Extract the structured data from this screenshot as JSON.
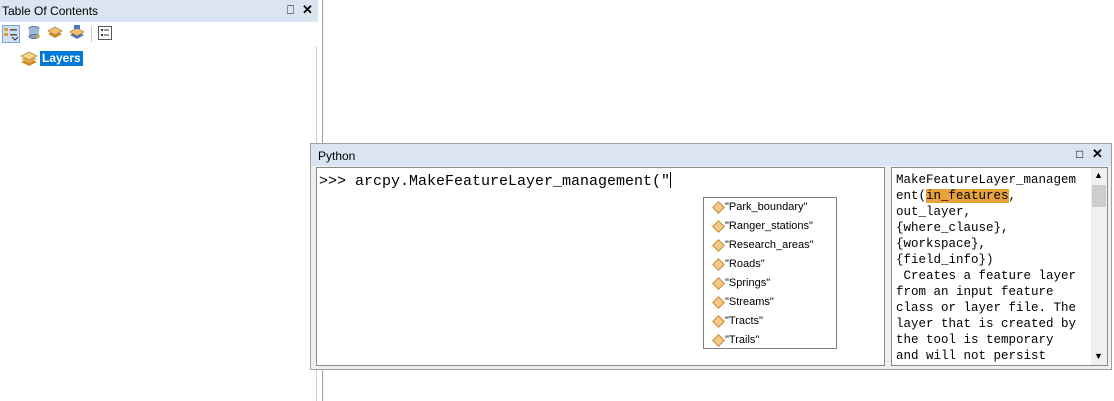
{
  "toc": {
    "title": "Table Of Contents",
    "pin_glyph": "⎕",
    "close_glyph": "✕",
    "root_layer": "Layers"
  },
  "python_window": {
    "title": "Python",
    "max_glyph": "□",
    "close_glyph": "✕",
    "prompt_text": ">>> arcpy.MakeFeatureLayer_management(\"",
    "autocomplete": [
      "\"Park_boundary\"",
      "\"Ranger_stations\"",
      "\"Research_areas\"",
      "\"Roads\"",
      "\"Springs\"",
      "\"Streams\"",
      "\"Tracts\"",
      "\"Trails\""
    ],
    "help": {
      "line1": "MakeFeatureLayer_managem",
      "line2_pre": "ent(",
      "line2_hl": "in_features",
      "line2_post": ",",
      "rest": "out_layer,\n{where_clause},\n{workspace},\n{field_info})\n Creates a feature layer\nfrom an input feature\nclass or layer file. The\nlayer that is created by\nthe tool is temporary\nand will not persist"
    }
  },
  "colors": {
    "titlebar": "#dbe4f3",
    "selection": "#0078d7",
    "highlight": "#e8a23c"
  }
}
